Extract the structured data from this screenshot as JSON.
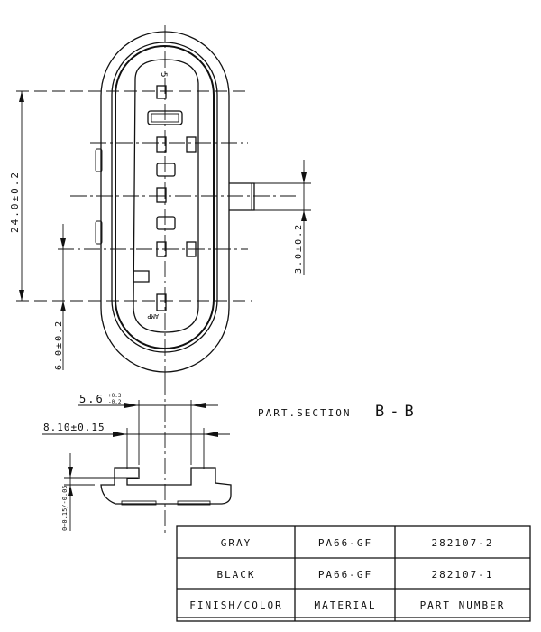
{
  "front_view": {
    "dim_height": "24.0±0.2",
    "dim_offset": "6.0±0.2",
    "dim_peg": "3.0±0.2",
    "pin_marker": "5",
    "logo": "AMP"
  },
  "section_view": {
    "title": "PART.SECTION",
    "section_id": "B-B",
    "dim_inner": "5.6",
    "dim_inner_tol_upper": "+0.3",
    "dim_inner_tol_lower": "-0.2",
    "dim_outer": "8.10±0.15",
    "dim_depth": "0+0.15/-0.05"
  },
  "table": {
    "rows": [
      {
        "color": "GRAY",
        "material": "PA66-GF",
        "part_number": "282107-2"
      },
      {
        "color": "BLACK",
        "material": "PA66-GF",
        "part_number": "282107-1"
      }
    ],
    "headers": {
      "color": "FINISH/COLOR",
      "material": "MATERIAL",
      "part_number": "PART NUMBER"
    }
  }
}
